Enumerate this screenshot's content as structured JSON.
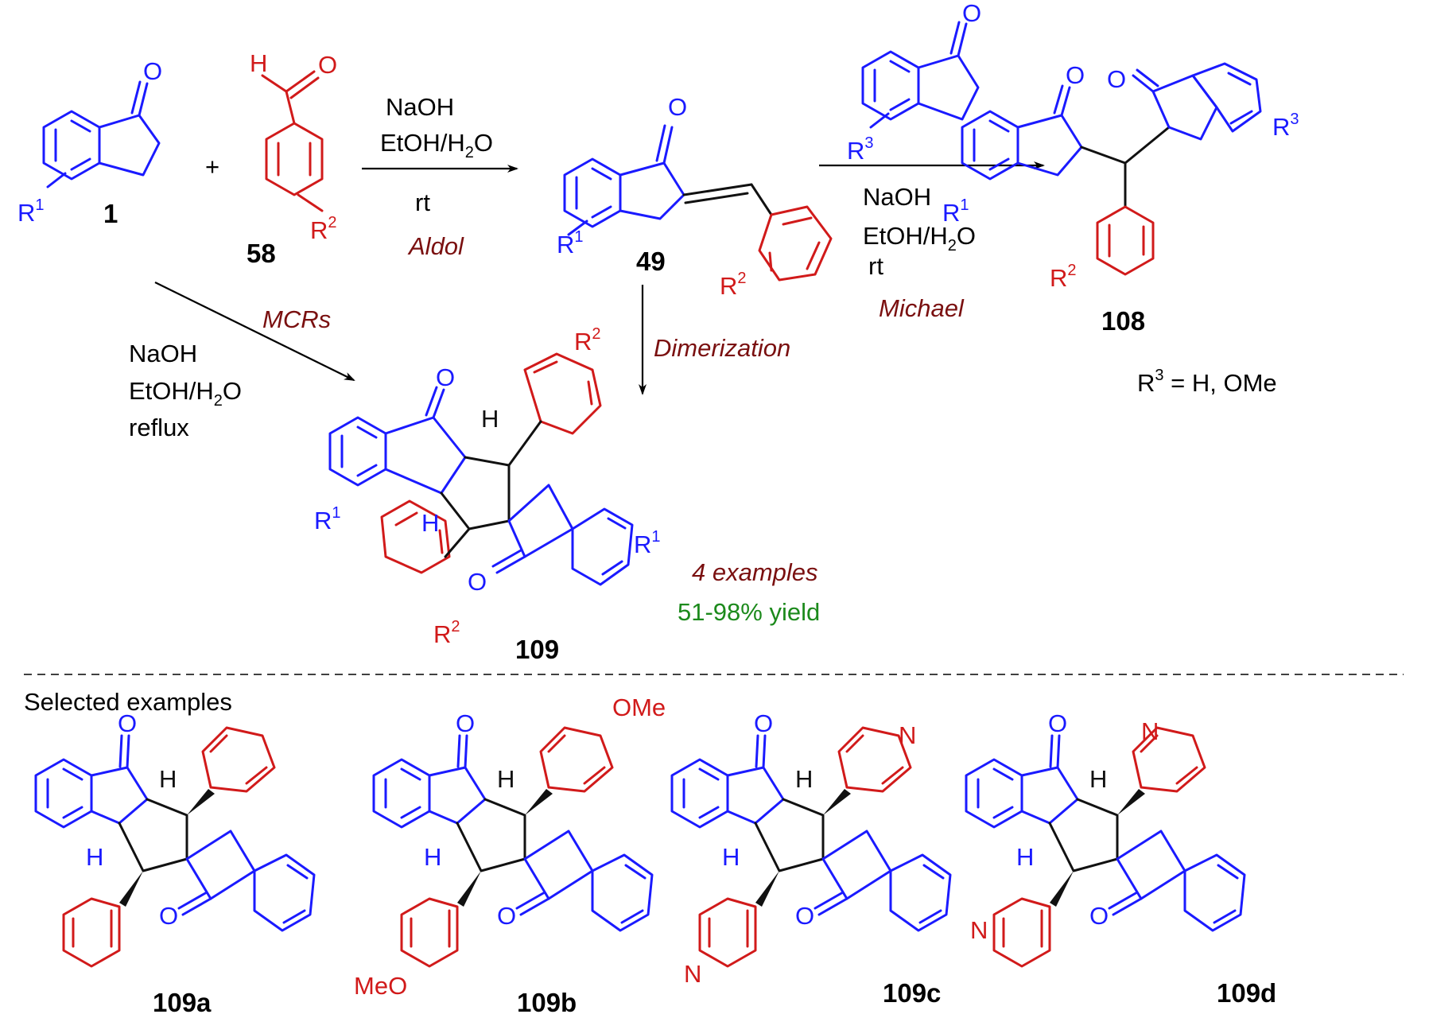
{
  "scheme": {
    "compounds": {
      "c1": "1",
      "c58": "58",
      "c49": "49",
      "c108": "108",
      "c109": "109",
      "c109a": "109a",
      "c109b": "109b",
      "c109c": "109c",
      "c109d": "109d"
    },
    "plus": "+",
    "aldol": {
      "reagent1": "NaOH",
      "reagent2": "EtOH/H",
      "sub": "2",
      "reagent2b": "O",
      "cond": "rt",
      "name": "Aldol"
    },
    "michael": {
      "reagent1": "NaOH",
      "reagent2": "EtOH/H",
      "sub": "2",
      "reagent2b": "O",
      "cond": "rt",
      "name": "Michael"
    },
    "mcr": {
      "name": "MCRs",
      "reagent1": "NaOH",
      "reagent2": "EtOH/H",
      "sub": "2",
      "reagent2b": "O",
      "cond": "reflux"
    },
    "dimerization": "Dimerization",
    "r3_note": {
      "R": "R",
      "sup": "3",
      "text": " = H, OMe"
    },
    "examples_count": "4 examples",
    "yield": "51-98% yield",
    "selected_examples": "Selected examples",
    "labels": {
      "O": "O",
      "H": "H",
      "N": "N",
      "R": "R",
      "s1": "1",
      "s2": "2",
      "s3": "3",
      "OMe": "OMe",
      "MeO": "MeO"
    }
  },
  "colors": {
    "core": "#1a1aff",
    "aryl": "#d11a1a",
    "reaction_name": "#7a1010",
    "yield": "#1c8a1c"
  }
}
